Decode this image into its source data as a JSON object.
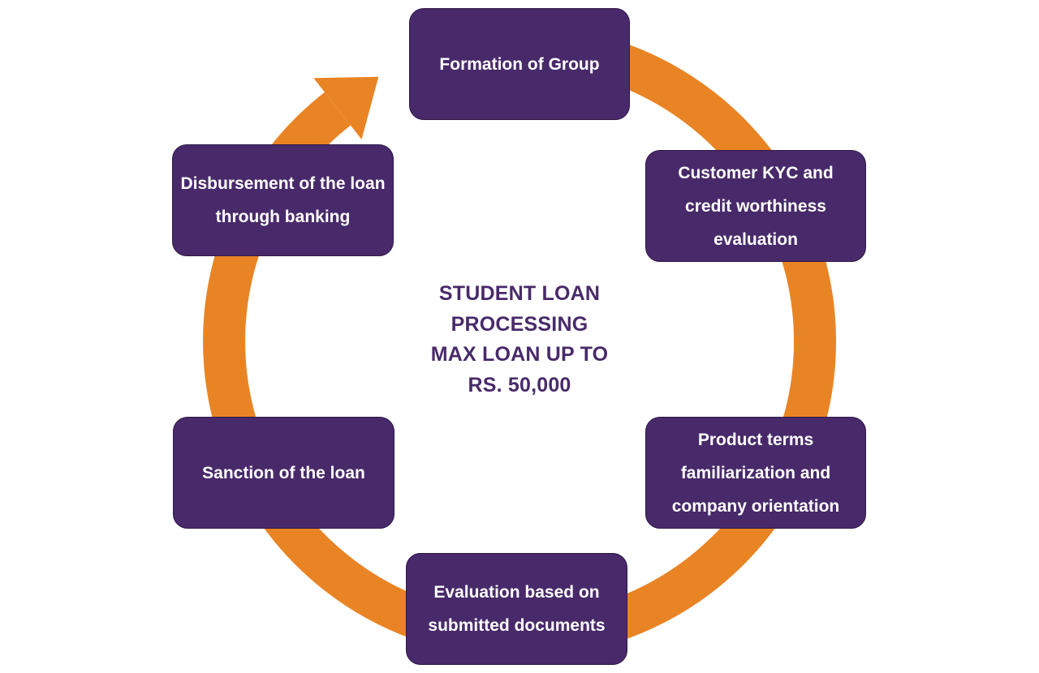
{
  "colors": {
    "ring": "#e98425",
    "box": "#482a6a",
    "box_text": "#ffffff",
    "center_text": "#482a6a"
  },
  "center": {
    "lines": [
      "STUDENT LOAN",
      "PROCESSING",
      "MAX LOAN UP TO",
      "RS. 50,000"
    ]
  },
  "steps": [
    {
      "text": "Formation of Group"
    },
    {
      "text": "Customer KYC and credit worthiness evaluation"
    },
    {
      "text": "Product terms familiarization and company orientation"
    },
    {
      "text": "Evaluation based on submitted documents"
    },
    {
      "text": "Sanction of the loan"
    },
    {
      "text": "Disbursement of the loan through banking"
    }
  ]
}
